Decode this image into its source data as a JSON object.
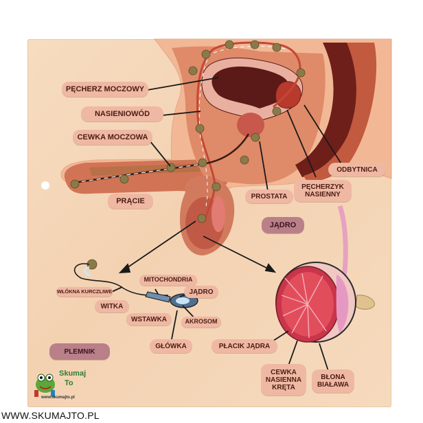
{
  "labels": {
    "pecherz": "PĘCHERZ MOCZOWY",
    "nasieniowod": "NASIENIOWÓD",
    "cewka_moczowa": "CEWKA MOCZOWA",
    "odbytnica": "ODBYTNICA",
    "pecherzyk": "PĘCHERZYK NASIENNY",
    "prostata": "PROSTATA",
    "pracie": "PRĄCIE",
    "jadro_title": "JĄDRO",
    "wlokna": "WŁÓKNA KURCZLIWE",
    "mitochondria": "MITOCHONDRIA",
    "jadro_sperm": "JĄDRO",
    "witka": "WITKA",
    "wstawka": "WSTAWKA",
    "akrosom": "AKROSOM",
    "glowka": "GŁÓWKA",
    "plemnik": "PLEMNIK",
    "placik": "PŁACIK JĄDRA",
    "cewka_nasienna": "CEWKA NASIENNA KRĘTA",
    "blona": "BŁONA BIAŁAWA"
  },
  "logo": {
    "line1": "Skumaj",
    "line2": "To",
    "url": "www.skumajto.pl"
  },
  "footer": "WWW.SKUMAJTO.PL",
  "colors": {
    "board": "#f5d8bb",
    "label": "#efb8a3",
    "label_dark": "#b98089",
    "bladder": "#5b1a17",
    "tissue": "#d9805f",
    "arrow": "#1a1a1a"
  }
}
